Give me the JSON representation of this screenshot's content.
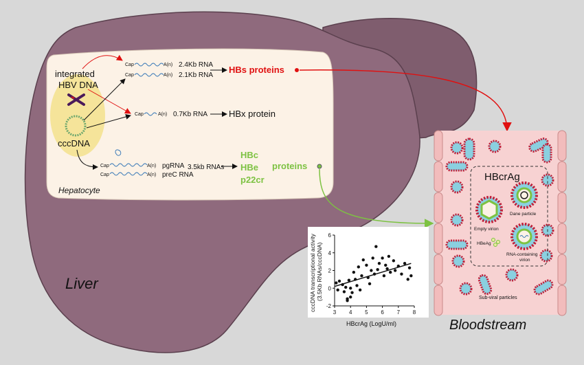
{
  "liver": {
    "label": "Liver",
    "colors": {
      "lobe": "#8f6a7d",
      "lobe_right": "#7f5d6e",
      "edge": "#5a3f4d"
    }
  },
  "hepatocyte": {
    "label": "Hepatocyte",
    "integrated_dna_line1": "integrated",
    "integrated_dna_line2": "HBV DNA",
    "cccdna_label": "cccDNA",
    "colors": {
      "fill": "#fcf2e6",
      "nucleus": "#f3e28c",
      "dna": "#4a1a5a",
      "ring": "#6ea86e"
    }
  },
  "transcripts": {
    "cap": "Cap",
    "polya": "A(n)",
    "rna_2_4": "2.4Kb RNA",
    "rna_2_1": "2.1Kb RNA",
    "rna_0_7": "0.7Kb RNA",
    "pgrna": "pgRNA",
    "precrna": "preC RNA",
    "rna_3_5": "3.5kb RNAs"
  },
  "products": {
    "hbs": "HBs proteins",
    "hbx": "HBx protein",
    "hbc": "HBc",
    "hbe": "HBe",
    "p22cr": "p22cr",
    "proteins": "proteins",
    "colors": {
      "hbs": "#e01010",
      "core": "#7dc242"
    }
  },
  "bloodstream": {
    "label": "Bloodstream",
    "hbcrag_title": "HBcrAg",
    "dane": "Dane particle",
    "empty_virion": "Empty virion",
    "hbeag": "HBeAg",
    "rna_virion_line1": "RNA-containing",
    "rna_virion_line2": "virion",
    "subviral": "Sub-viral particles",
    "colors": {
      "fill": "#f7d2d2",
      "wall": "#e8a9a9",
      "particle_ring": "#c0203a",
      "particle_core": "#8ad0e0"
    }
  },
  "chart_data": {
    "type": "scatter",
    "xlabel": "HBcrAg (LogU/ml)",
    "ylabel_line1": "cccDNA transcriptional activity",
    "ylabel_line2": "(3.5Kb RNAs/cccDNA)",
    "xlim": [
      3,
      8
    ],
    "ylim": [
      -2,
      6
    ],
    "x_ticks": [
      "3",
      "4",
      "5",
      "6",
      "7",
      "8"
    ],
    "y_ticks": [
      "-2",
      "0",
      "2",
      "4",
      "6"
    ],
    "points": [
      [
        3.1,
        0.6
      ],
      [
        3.2,
        -0.2
      ],
      [
        3.3,
        0.8
      ],
      [
        3.5,
        0.4
      ],
      [
        3.6,
        -0.4
      ],
      [
        3.7,
        0.1
      ],
      [
        3.8,
        -1.2
      ],
      [
        3.8,
        -1.4
      ],
      [
        3.9,
        0.9
      ],
      [
        4.0,
        -1.0
      ],
      [
        4.0,
        0.0
      ],
      [
        4.1,
        -0.5
      ],
      [
        4.2,
        1.8
      ],
      [
        4.3,
        1.0
      ],
      [
        4.4,
        0.3
      ],
      [
        4.5,
        2.4
      ],
      [
        4.6,
        -0.2
      ],
      [
        4.7,
        1.4
      ],
      [
        4.8,
        3.2
      ],
      [
        5.0,
        2.6
      ],
      [
        5.1,
        1.2
      ],
      [
        5.2,
        0.5
      ],
      [
        5.3,
        2.0
      ],
      [
        5.4,
        3.4
      ],
      [
        5.5,
        1.6
      ],
      [
        5.6,
        4.7
      ],
      [
        5.7,
        2.1
      ],
      [
        5.8,
        2.8
      ],
      [
        6.0,
        3.4
      ],
      [
        6.1,
        1.4
      ],
      [
        6.2,
        2.6
      ],
      [
        6.3,
        2.2
      ],
      [
        6.4,
        3.6
      ],
      [
        6.5,
        1.8
      ],
      [
        6.7,
        3.1
      ],
      [
        6.8,
        2.0
      ],
      [
        7.0,
        2.5
      ],
      [
        7.2,
        1.6
      ],
      [
        7.4,
        2.8
      ],
      [
        7.6,
        1.0
      ],
      [
        7.7,
        2.3
      ],
      [
        7.8,
        1.4
      ]
    ],
    "trend": [
      [
        3,
        0.2
      ],
      [
        7.8,
        2.8
      ]
    ]
  }
}
